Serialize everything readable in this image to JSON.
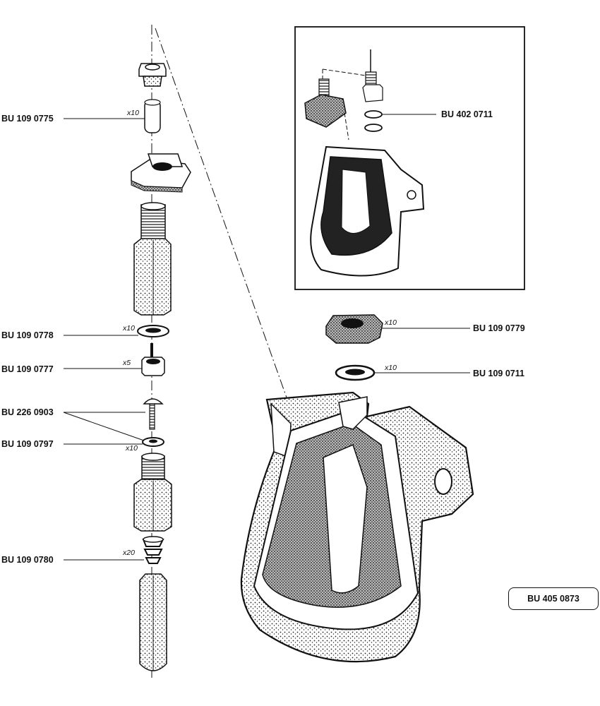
{
  "parts": {
    "bu_109_0775": {
      "label": "BU 109 0775",
      "qty": "x10"
    },
    "bu_109_0778": {
      "label": "BU 109 0778",
      "qty": "x10"
    },
    "bu_109_0777": {
      "label": "BU 109 0777",
      "qty": "x5"
    },
    "bu_226_0903": {
      "label": "BU 226 0903"
    },
    "bu_109_0797": {
      "label": "BU 109 0797",
      "qty": "x10"
    },
    "bu_109_0780": {
      "label": "BU 109 0780",
      "qty": "x20"
    },
    "bu_402_0711": {
      "label": "BU 402 0711"
    },
    "bu_109_0779": {
      "label": "BU 109 0779",
      "qty": "x10"
    },
    "bu_109_0711": {
      "label": "BU 109 0711",
      "qty": "x10"
    }
  },
  "assembly_reference": "BU 405 0873",
  "colors": {
    "ink": "#111111",
    "paper": "#ffffff",
    "shade": "#555555"
  }
}
